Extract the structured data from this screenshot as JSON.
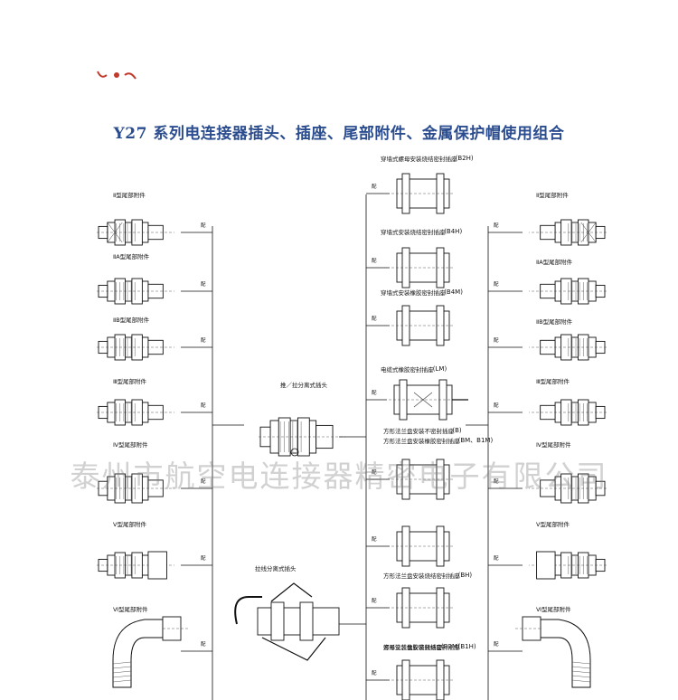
{
  "title": "Y27 系列电连接器插头、插座、尾部附件、金属保护帽使用组合",
  "watermark": "泰州市航空电连接器精密电子有限公司",
  "pei": "配",
  "colors": {
    "title": "#2b4d8f",
    "logo": "#c0392b",
    "line": "#111111",
    "watermark": "#8a8a8a"
  },
  "left_tail_accessories": [
    {
      "label": "Ⅱ型尾部附件"
    },
    {
      "label": "ⅡA型尾部附件"
    },
    {
      "label": "ⅡB型尾部附件"
    },
    {
      "label": "Ⅲ型尾部附件"
    },
    {
      "label": "Ⅳ型尾部附件"
    },
    {
      "label": "Ⅴ型尾部附件"
    },
    {
      "label": "Ⅵ型尾部附件"
    }
  ],
  "right_tail_accessories": [
    {
      "label": "Ⅱ型尾部附件"
    },
    {
      "label": "ⅡA型尾部附件"
    },
    {
      "label": "ⅡB型尾部附件"
    },
    {
      "label": "Ⅲ型尾部附件"
    },
    {
      "label": "Ⅳ型尾部附件"
    },
    {
      "label": "Ⅴ型尾部附件"
    },
    {
      "label": "Ⅵ型尾部附件"
    }
  ],
  "plugs": [
    {
      "label": "推／拉分离式插头"
    },
    {
      "label": "拉线分离式插头"
    }
  ],
  "sockets": [
    {
      "label": "穿墙式螺母安装烧结密封插座",
      "code": "(B2H)"
    },
    {
      "label": "穿墙式安装烧结密封插座",
      "code": "(B4H)"
    },
    {
      "label": "穿墙式安装橡胶密封插座",
      "code": "(B4M)"
    },
    {
      "label": "电缆式橡胶密封插座",
      "code": "(LM)"
    },
    {
      "label": "方形法兰盘安装不密封插座",
      "code": "(B)"
    },
    {
      "label": "方形法兰盘安装橡胶密封插座",
      "code": "(BM、B1M)"
    },
    {
      "label": "方形法兰盘安装烧结密封插座",
      "code": "(BH)"
    },
    {
      "label": "方形法兰盘安装烧结密封插座",
      "code": "(B1H)"
    },
    {
      "label": "螺母安装橡胶密封插座",
      "code": "(B2M)"
    }
  ]
}
